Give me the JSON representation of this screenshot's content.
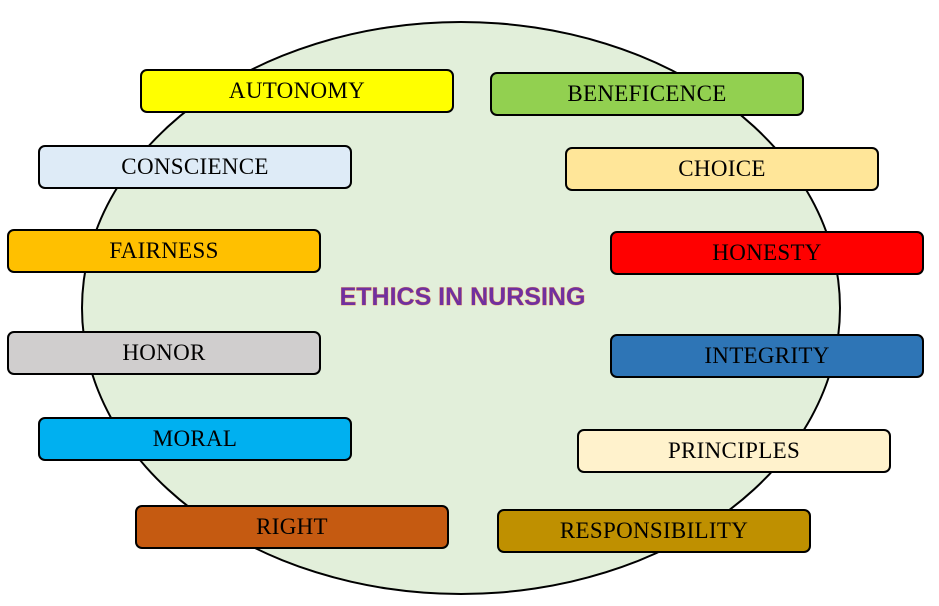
{
  "title": "ETHICS IN NURSING",
  "items": [
    {
      "label": "AUTONOMY",
      "color": "#ffff00"
    },
    {
      "label": "BENEFICENCE",
      "color": "#92d050"
    },
    {
      "label": "CONSCIENCE",
      "color": "#deebf7"
    },
    {
      "label": "CHOICE",
      "color": "#ffe699"
    },
    {
      "label": "FAIRNESS",
      "color": "#ffc000"
    },
    {
      "label": "HONESTY",
      "color": "#ff0000"
    },
    {
      "label": "HONOR",
      "color": "#d0cece"
    },
    {
      "label": "INTEGRITY",
      "color": "#2e75b6"
    },
    {
      "label": "MORAL",
      "color": "#00b0f0"
    },
    {
      "label": "PRINCIPLES",
      "color": "#fff2cc"
    },
    {
      "label": "RIGHT",
      "color": "#c55a11"
    },
    {
      "label": "RESPONSIBILITY",
      "color": "#bf9000"
    }
  ]
}
